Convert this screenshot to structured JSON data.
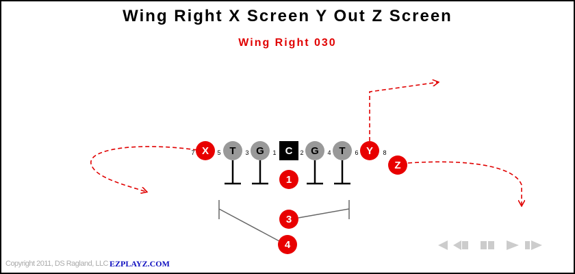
{
  "title": "Wing Right X Screen Y Out Z Screen",
  "subtitle": "Wing Right 030",
  "players": {
    "X": "X",
    "T1": "T",
    "G1": "G",
    "C": "C",
    "G2": "G",
    "T2": "T",
    "Y": "Y",
    "Z": "Z",
    "B1": "1",
    "B3": "3",
    "B4": "4"
  },
  "gaps": [
    "7",
    "5",
    "3",
    "1",
    "2",
    "4",
    "6",
    "8"
  ],
  "footer": {
    "copyright": "Copyright 2011, DS Ragland, LLC",
    "brand": "EZPLAYZ.COM"
  },
  "colors": {
    "receiver": "#e80000",
    "lineman": "#999999",
    "center": "#000000",
    "route": "#e00000",
    "controls": "#cccccc"
  }
}
